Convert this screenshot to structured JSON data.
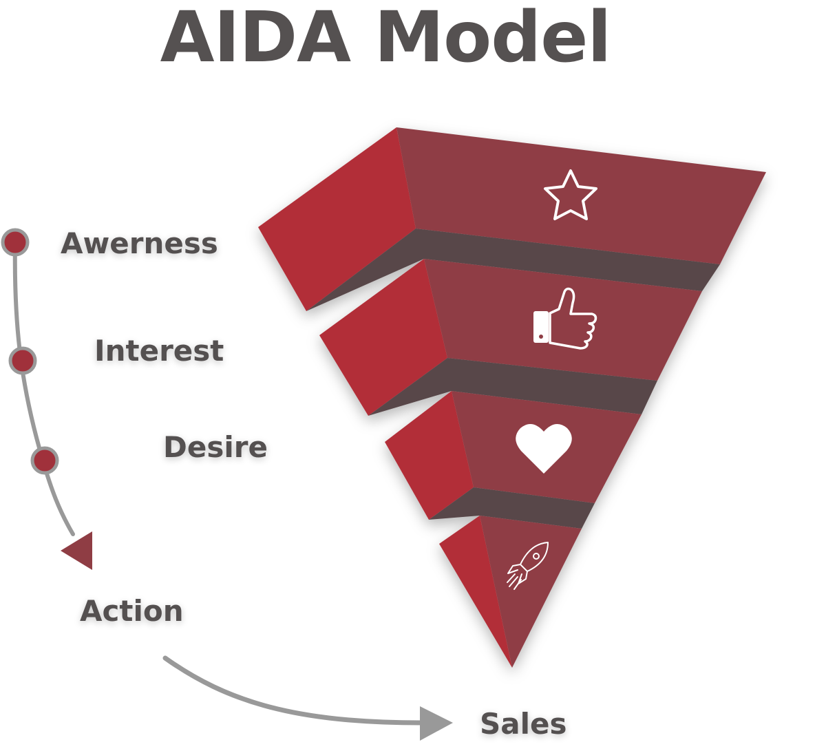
{
  "title": "AIDA Model",
  "stages": [
    {
      "label": "Awerness",
      "icon": "star-icon"
    },
    {
      "label": "Interest",
      "icon": "thumbs-up-icon"
    },
    {
      "label": "Desire",
      "icon": "heart-icon"
    },
    {
      "label": "Action",
      "icon": "rocket-icon"
    }
  ],
  "outcome": {
    "label": "Sales"
  },
  "colors": {
    "front_face": "#8f3d44",
    "side_face": "#b22e38",
    "step_face": "#594649",
    "dot": "#a0313b",
    "line": "#999999",
    "text": "#545050"
  }
}
